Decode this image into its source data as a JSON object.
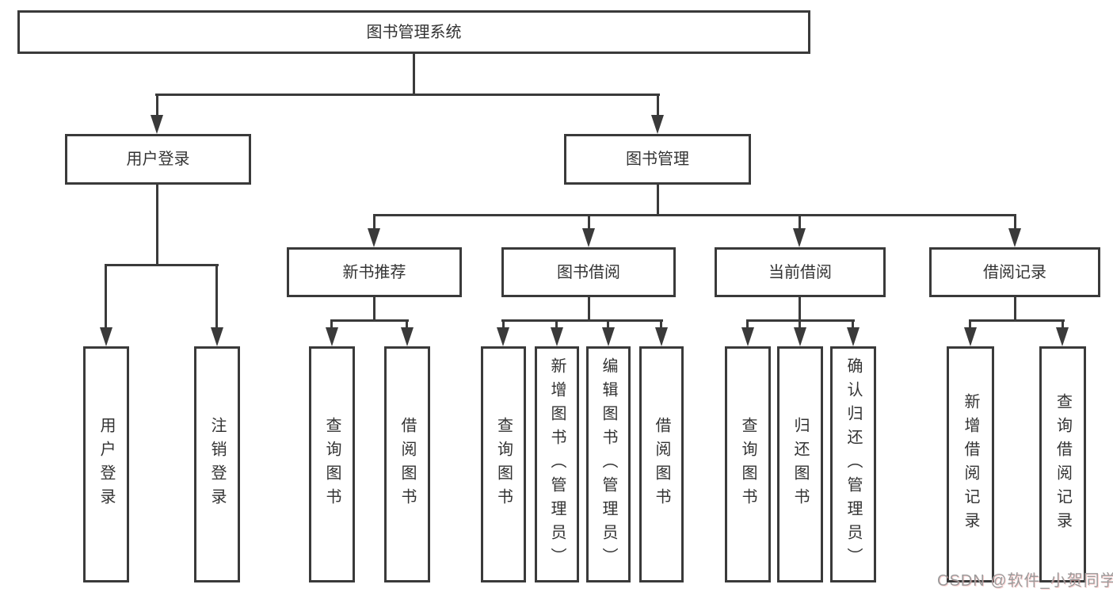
{
  "diagram": {
    "title_node": {
      "label": "图书管理系统"
    },
    "level2": [
      {
        "id": "user-login",
        "label": "用户登录"
      },
      {
        "id": "book-management",
        "label": "图书管理"
      }
    ],
    "level3": [
      {
        "id": "new-book-recommend",
        "label": "新书推荐"
      },
      {
        "id": "book-borrow",
        "label": "图书借阅"
      },
      {
        "id": "current-borrow",
        "label": "当前借阅"
      },
      {
        "id": "borrow-record",
        "label": "借阅记录"
      }
    ],
    "leaves": {
      "user_login": [
        {
          "label": "用户登录"
        },
        {
          "label": "注销登录"
        }
      ],
      "new_book": [
        {
          "label": "查询图书"
        },
        {
          "label": "借阅图书"
        }
      ],
      "book_borrow": [
        {
          "label": "查询图书"
        },
        {
          "label": "新增图书（管理员）"
        },
        {
          "label": "编辑图书（管理员）"
        },
        {
          "label": "借阅图书"
        }
      ],
      "current_borrow": [
        {
          "label": "查询图书"
        },
        {
          "label": "归还图书"
        },
        {
          "label": "确认归还（管理员）"
        }
      ],
      "borrow_record": [
        {
          "label": "新增借阅记录"
        },
        {
          "label": "查询借阅记录"
        }
      ]
    },
    "colors": {
      "line": "#3a3a3a",
      "text": "#333333",
      "background": "#ffffff",
      "watermark": "#9b9b9b"
    }
  },
  "watermark": {
    "text": "CSDN @软件_小贺同学"
  }
}
